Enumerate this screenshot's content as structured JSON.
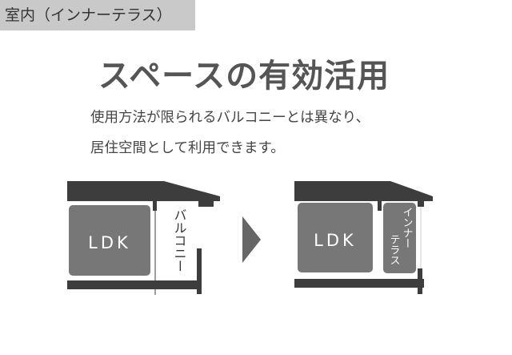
{
  "tag": "室内（インナーテラス）",
  "title": "スペースの有効活用",
  "description": [
    "使用方法が限られるバルコニーとは異なり、",
    "居住空間として利用できます。"
  ],
  "before": {
    "room": "LDK",
    "balcony": "バルコニー"
  },
  "after": {
    "room": "LDK",
    "terrace": [
      "インナー",
      "テラス"
    ]
  },
  "colors": {
    "wall": "#3d3d3d",
    "room": "#777777",
    "arrow": "#666666",
    "tag_bg": "#c9c9c9"
  }
}
